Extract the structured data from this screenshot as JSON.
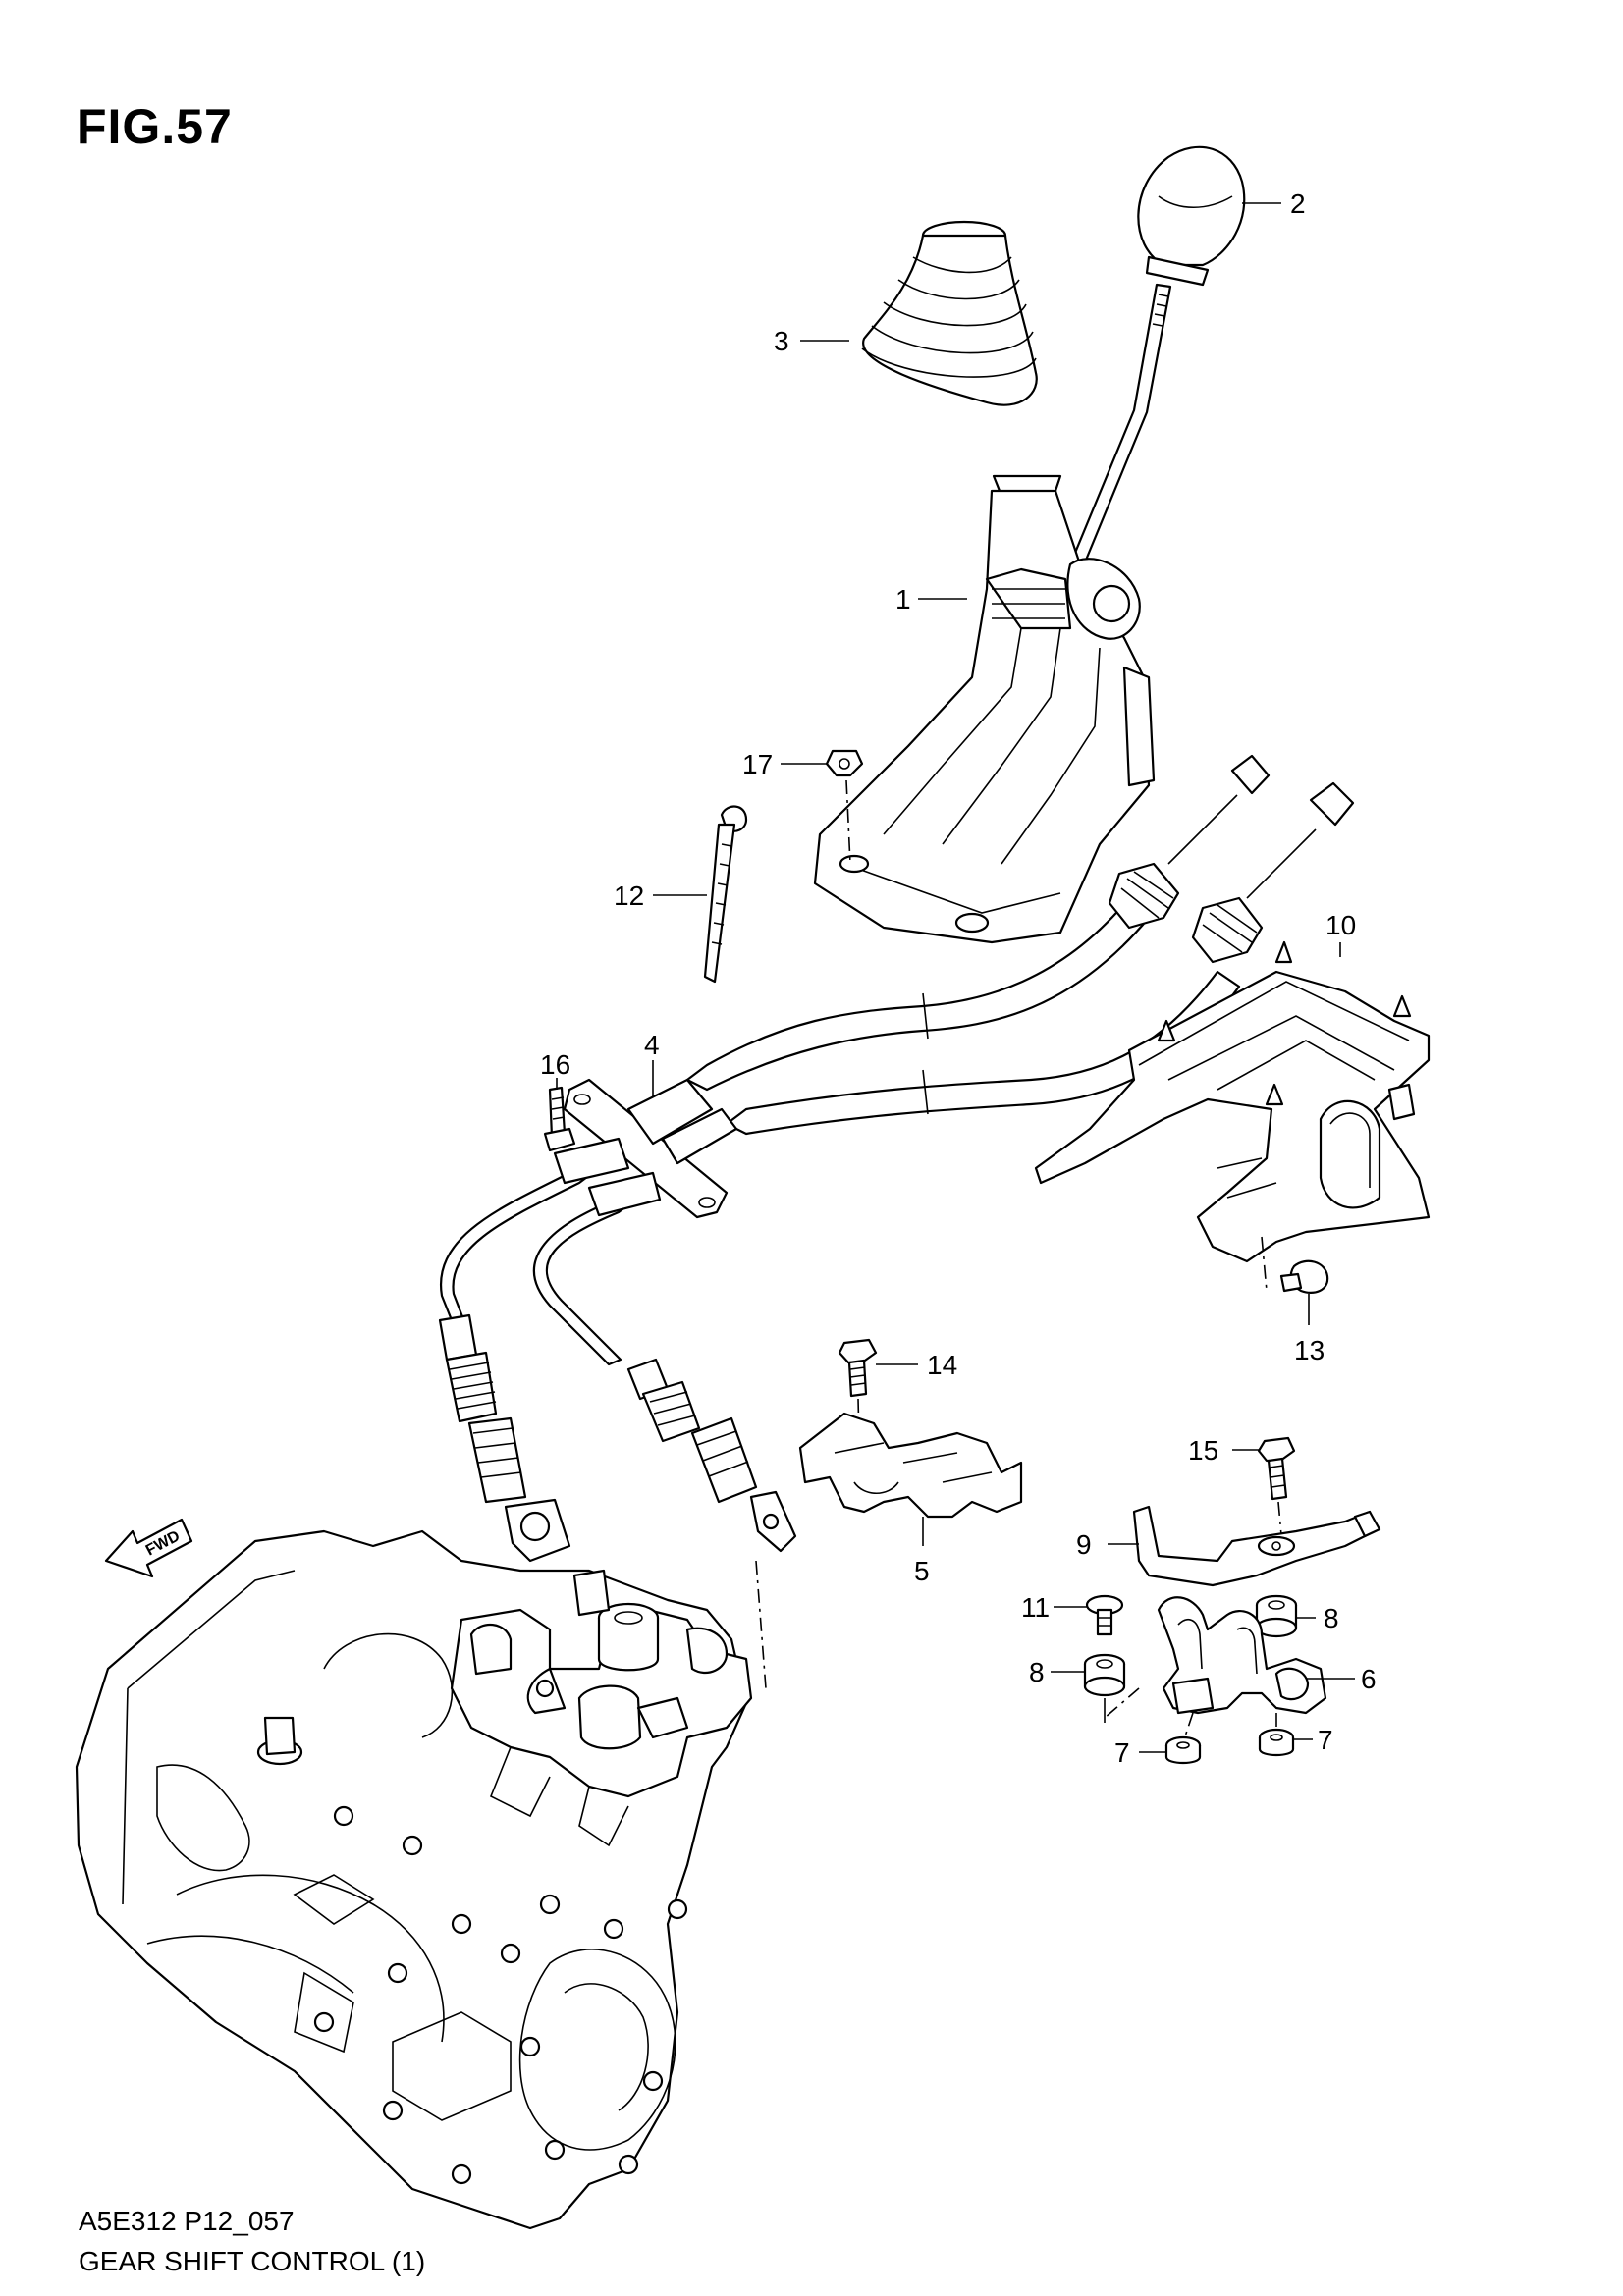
{
  "figure": {
    "title": "FIG.57",
    "code": "A5E312 P12_057",
    "caption": "GEAR SHIFT CONTROL (1)",
    "fwd_label": "FWD"
  },
  "callouts": [
    {
      "id": "c1",
      "label": "1"
    },
    {
      "id": "c2",
      "label": "2"
    },
    {
      "id": "c3",
      "label": "3"
    },
    {
      "id": "c4",
      "label": "4"
    },
    {
      "id": "c5",
      "label": "5"
    },
    {
      "id": "c6",
      "label": "6"
    },
    {
      "id": "c7a",
      "label": "7"
    },
    {
      "id": "c7b",
      "label": "7"
    },
    {
      "id": "c8a",
      "label": "8"
    },
    {
      "id": "c8b",
      "label": "8"
    },
    {
      "id": "c9",
      "label": "9"
    },
    {
      "id": "c10",
      "label": "10"
    },
    {
      "id": "c11",
      "label": "11"
    },
    {
      "id": "c12",
      "label": "12"
    },
    {
      "id": "c13",
      "label": "13"
    },
    {
      "id": "c14",
      "label": "14"
    },
    {
      "id": "c15",
      "label": "15"
    },
    {
      "id": "c16",
      "label": "16"
    },
    {
      "id": "c17",
      "label": "17"
    }
  ]
}
